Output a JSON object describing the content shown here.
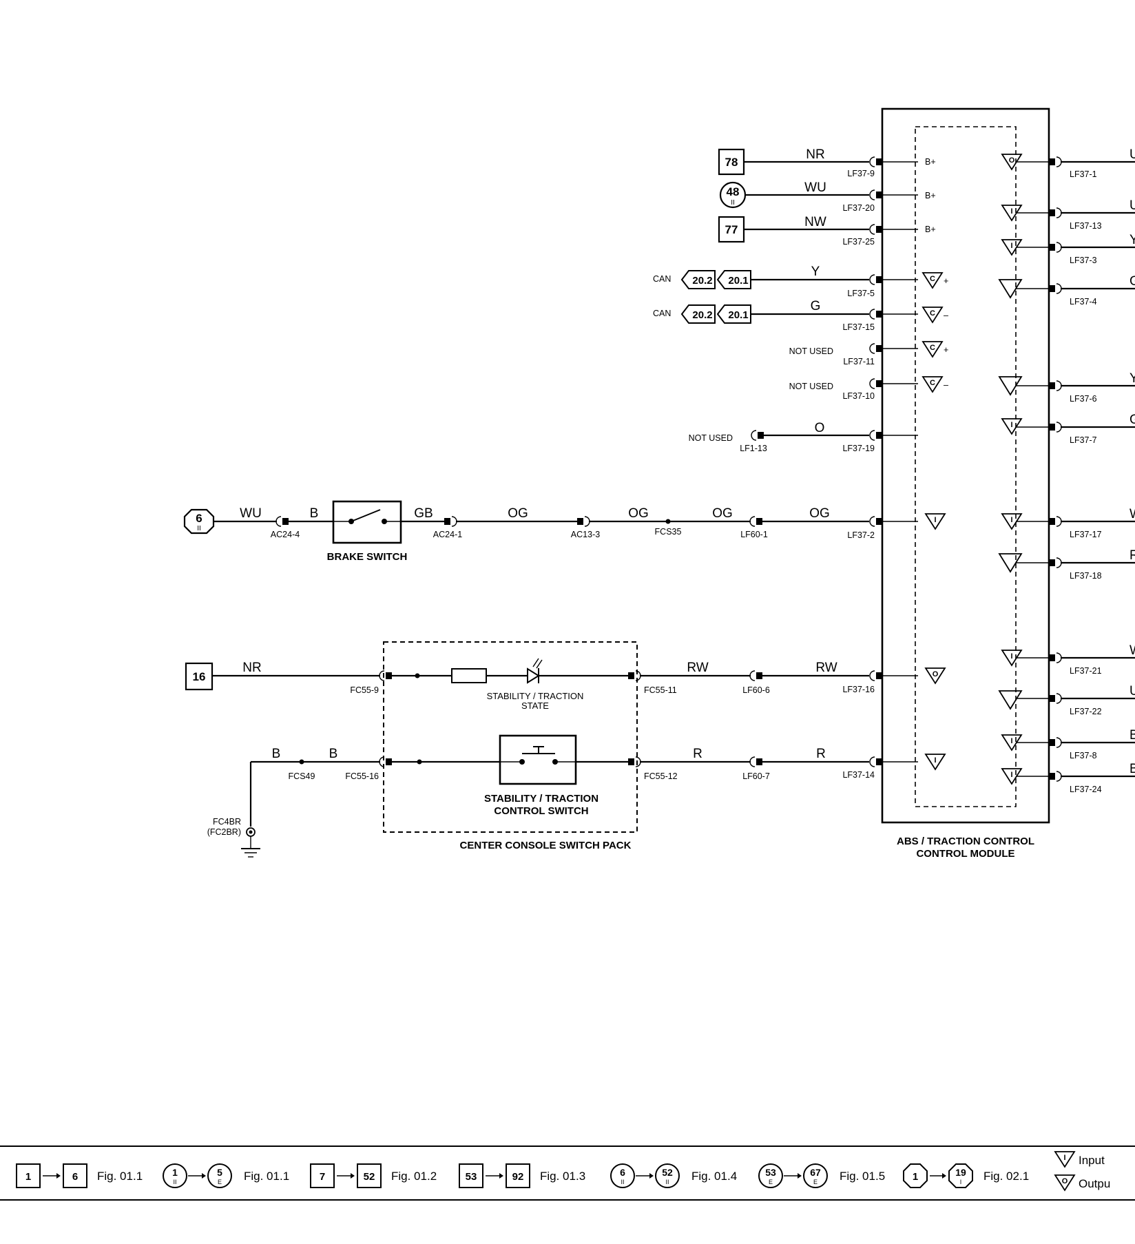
{
  "module": {
    "name_line1": "ABS / TRACTION CONTROL",
    "name_line2": "CONTROL MODULE",
    "left_pins": [
      {
        "wire": "NR",
        "pin": "LF37-9",
        "sig": "B+",
        "ref": "78",
        "ref_shape": "square"
      },
      {
        "wire": "WU",
        "pin": "LF37-20",
        "sig": "B+",
        "ref": "48",
        "ref_sub": "II",
        "ref_shape": "circle"
      },
      {
        "wire": "NW",
        "pin": "LF37-25",
        "sig": "B+",
        "ref": "77",
        "ref_shape": "square"
      },
      {
        "wire": "Y",
        "pin": "LF37-5",
        "sig": "C",
        "sign": "+",
        "bus": "CAN",
        "ref_a": "20.2",
        "ref_b": "20.1"
      },
      {
        "wire": "G",
        "pin": "LF37-15",
        "sig": "C",
        "sign": "–",
        "bus": "CAN",
        "ref_a": "20.2",
        "ref_b": "20.1"
      },
      {
        "wire": "",
        "pin": "LF37-11",
        "sig": "C",
        "sign": "+",
        "note": "NOT USED"
      },
      {
        "wire": "",
        "pin": "LF37-10",
        "sig": "C",
        "sign": "–",
        "note": "NOT USED"
      },
      {
        "wire": "O",
        "pin": "LF37-19",
        "note": "NOT USED",
        "far_pin": "LF1-13"
      },
      {
        "wire": "OG",
        "pin": "LF37-2",
        "sig": "I"
      },
      {
        "wire": "RW",
        "pin": "LF37-16",
        "sig": "O"
      },
      {
        "wire": "R",
        "pin": "LF37-14",
        "sig": "I"
      }
    ],
    "right_pins": [
      {
        "pin": "LF37-1",
        "sig": "O",
        "wire_partial": "U"
      },
      {
        "pin": "LF37-13",
        "sig": "I",
        "wire_partial": "U"
      },
      {
        "pin": "LF37-3",
        "sig": "I",
        "wire_partial": "Y"
      },
      {
        "pin": "LF37-4",
        "sig": "",
        "wire_partial": "G"
      },
      {
        "pin": "LF37-6",
        "sig": "",
        "wire_partial": "Y"
      },
      {
        "pin": "LF37-7",
        "sig": "I",
        "wire_partial": "G"
      },
      {
        "pin": "LF37-17",
        "sig": "I",
        "wire_partial": "W"
      },
      {
        "pin": "LF37-18",
        "sig": "",
        "wire_partial": "R"
      },
      {
        "pin": "LF37-21",
        "sig": "I",
        "wire_partial": "W"
      },
      {
        "pin": "LF37-22",
        "sig": "",
        "wire_partial": "U"
      },
      {
        "pin": "LF37-8",
        "sig": "I",
        "wire_partial": "B"
      },
      {
        "pin": "LF37-24",
        "sig": "I",
        "wire_partial": "B"
      }
    ]
  },
  "brake_circuit": {
    "ref": "6",
    "ref_sub": "II",
    "switch_label": "BRAKE SWITCH",
    "wires": [
      "WU",
      "B",
      "GB",
      "OG",
      "OG",
      "OG",
      "OG"
    ],
    "pins": [
      "AC24-4",
      "AC24-1",
      "AC13-3",
      "FCS35",
      "LF60-1"
    ]
  },
  "console_circuit": {
    "ref": "16",
    "pack_label": "CENTER CONSOLE SWITCH PACK",
    "state_label_line1": "STABILITY / TRACTION",
    "state_label_line2": "STATE",
    "switch_label_line1": "STABILITY / TRACTION",
    "switch_label_line2": "CONTROL SWITCH",
    "top_wires": [
      "NR",
      "RW",
      "RW"
    ],
    "top_pins": [
      "FC55-9",
      "FC55-11",
      "LF60-6"
    ],
    "bottom_wires": [
      "B",
      "B",
      "R",
      "R"
    ],
    "bottom_pins": [
      "FCS49",
      "FC55-16",
      "FC55-12",
      "LF60-7"
    ],
    "ground_line1": "FC4BR",
    "ground_line2": "(FC2BR)"
  },
  "legend": {
    "items": [
      {
        "from": "1",
        "to": "6",
        "fig": "Fig. 01.1"
      },
      {
        "from": "1",
        "from_sub": "II",
        "to": "5",
        "to_sub": "E",
        "fig": "Fig. 01.1"
      },
      {
        "from": "7",
        "to": "52",
        "fig": "Fig. 01.2"
      },
      {
        "from": "53",
        "to": "92",
        "fig": "Fig. 01.3"
      },
      {
        "from": "6",
        "from_sub": "II",
        "to": "52",
        "to_sub": "II",
        "fig": "Fig. 01.4"
      },
      {
        "from": "53",
        "from_sub": "E",
        "to": "67",
        "to_sub": "E",
        "fig": "Fig. 01.5"
      },
      {
        "from": "1",
        "to": "19",
        "to_sub": "I",
        "fig": "Fig. 02.1"
      }
    ],
    "key_input": "Input",
    "key_output": "Outpu"
  }
}
